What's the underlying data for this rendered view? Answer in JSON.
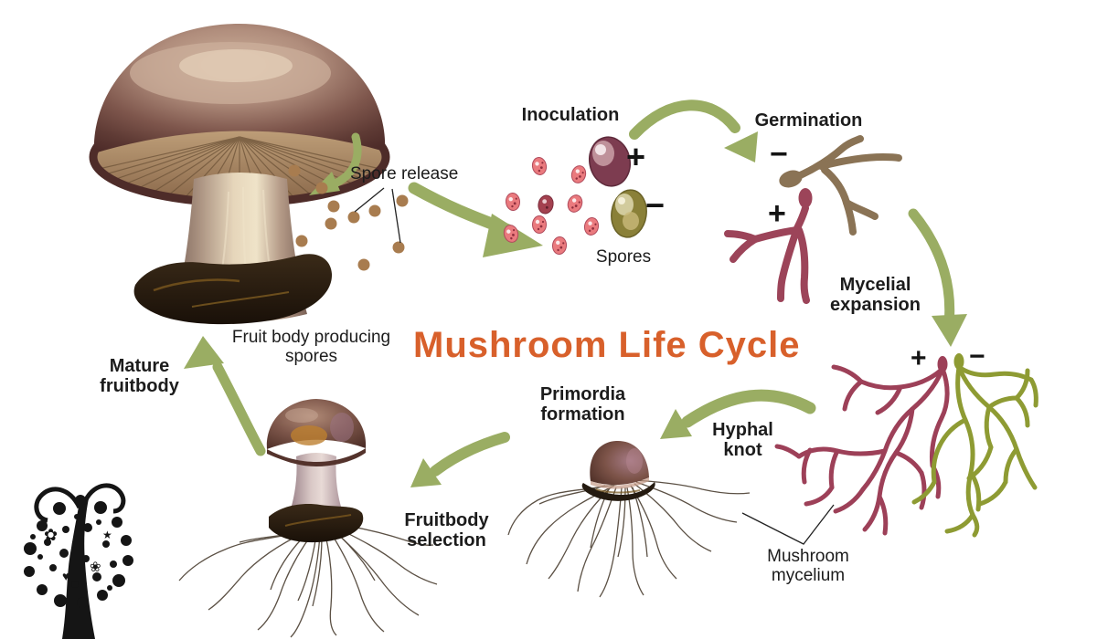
{
  "title": {
    "text": "Mushroom Life Cycle",
    "color": "#d8602b"
  },
  "stages": {
    "spore_release": {
      "label": "Spore release"
    },
    "inoculation": {
      "label": "Inoculation",
      "spores_label": "Spores",
      "plus": "+",
      "minus": "−"
    },
    "germination": {
      "label": "Germination",
      "plus": "+",
      "minus": "−"
    },
    "mycelial_expansion": {
      "label": "Mycelial expansion"
    },
    "mycelium": {
      "label": "Mushroom mycelium",
      "plus": "+",
      "minus": "−"
    },
    "hyphal_knot": {
      "label": "Hyphal knot"
    },
    "primordia_formation": {
      "label": "Primordia formation"
    },
    "fruitbody_selection": {
      "label": "Fruitbody selection"
    },
    "mature_fruitbody": {
      "label": "Mature fruitbody"
    },
    "fruit_body": {
      "label": "Fruit body producing spores"
    }
  },
  "signs": {
    "plus": "+",
    "minus": "−"
  },
  "colors": {
    "title_orange": "#d8602b",
    "arrow_green": "#9aad63",
    "mycelium_plus_red": "#9d4058",
    "mycelium_minus_green": "#8e9b33",
    "germination_minus_brown": "#8a7355",
    "spore_pink": "#ea7a7e",
    "spore_dot_brown": "#a87c4f",
    "big_spore_plus_maroon": "#7d3c50",
    "big_spore_minus_olive": "#8a8038",
    "label_black": "#1c1c1c",
    "logo_black": "#151515"
  },
  "icons": {
    "arrow": "curved-arrow",
    "logo": "decorative-tree"
  }
}
